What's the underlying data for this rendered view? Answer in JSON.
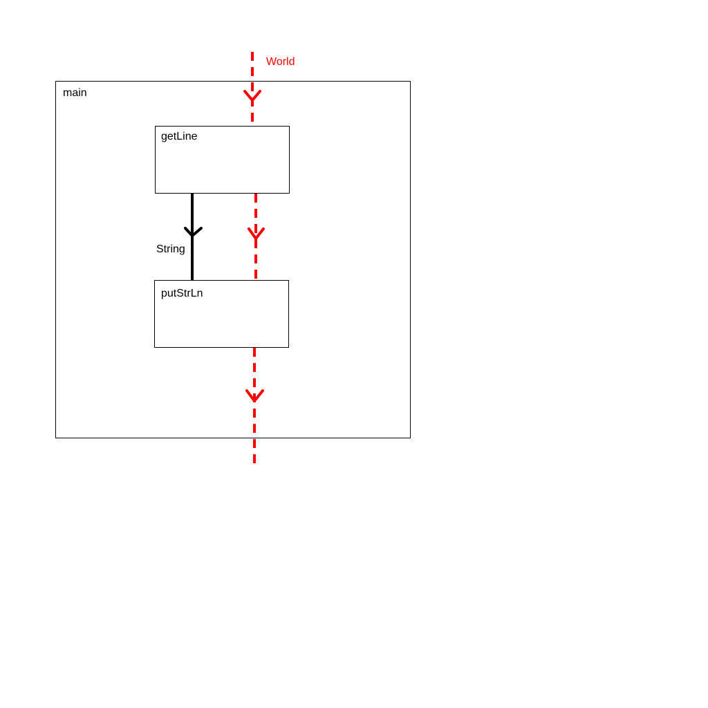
{
  "labels": {
    "world": "World",
    "main": "main",
    "get_line": "getLine",
    "put_str_ln": "putStrLn",
    "string": "String"
  },
  "colors": {
    "world_flow": "#ff0000",
    "data_flow": "#000000",
    "box_border": "#000000",
    "background": "#ffffff"
  }
}
